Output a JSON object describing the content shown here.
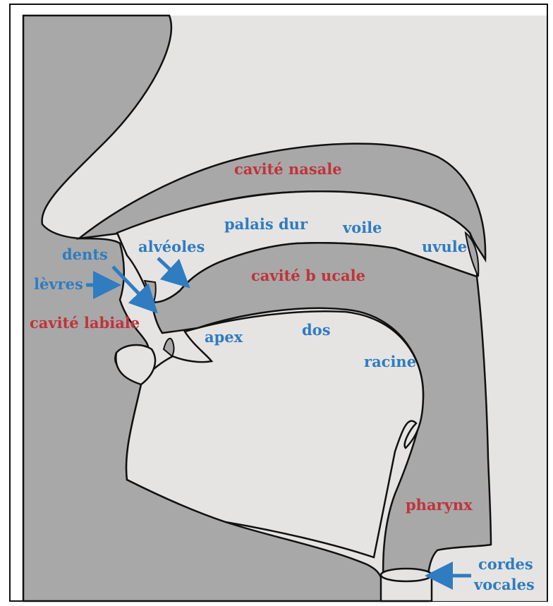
{
  "colors": {
    "background": "#e6e4e3",
    "tissue": "#a8a8a8",
    "outline": "#111111",
    "red_label": "#c0333a",
    "blue_label": "#2f7cc0",
    "arrow": "#2f7cc0"
  },
  "labels": {
    "cavite_nasale": "cavité nasale",
    "palais_dur": "palais dur",
    "voile": "voile",
    "uvule": "uvule",
    "dents": "dents",
    "alveoles": "alvéoles",
    "cavite_buccale": "cavité b ucale",
    "levres": "lèvres",
    "cavite_labiale": "cavité labiale",
    "apex": "apex",
    "dos": "dos",
    "racine": "racine",
    "pharynx": "pharynx",
    "cordes": "cordes",
    "vocales": "vocales"
  },
  "icons": [
    "arrow-levres-icon",
    "arrow-dents-icon",
    "arrow-alveoles-icon",
    "arrow-cordes-icon"
  ]
}
